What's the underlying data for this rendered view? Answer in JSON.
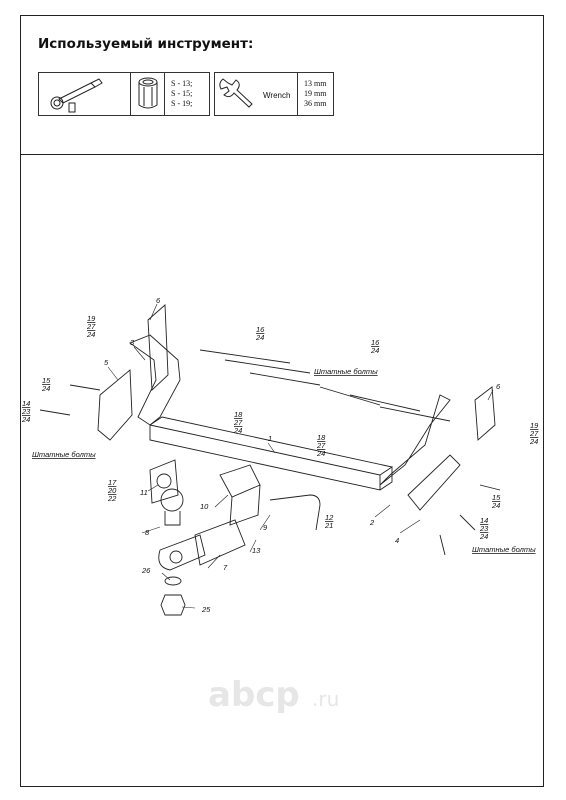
{
  "header": {
    "title": "Используемый инструмент:"
  },
  "tools": {
    "socket_sizes": [
      "S - 13;",
      "S - 15;",
      "S - 19;"
    ],
    "wrench_label": "Wrench",
    "wrench_sizes": [
      "13 mm",
      "19 mm",
      "36 mm"
    ]
  },
  "drawing": {
    "callouts": {
      "c1": "1",
      "c2": "2",
      "c3": "3",
      "c4": "4",
      "c5": "5",
      "c6a": "6",
      "c6b": "6",
      "c7": "7",
      "c8": "8",
      "c9": "9",
      "c10": "10",
      "c11": "11",
      "c13": "13",
      "c25": "25",
      "c26": "26",
      "g19a": [
        "19",
        "27",
        "24"
      ],
      "g16a": [
        "16",
        "24"
      ],
      "g16b": [
        "16",
        "24"
      ],
      "g15a": [
        "15",
        "24"
      ],
      "g14a": [
        "14",
        "23",
        "24"
      ],
      "g18a": [
        "18",
        "27",
        "24"
      ],
      "g18b": [
        "18",
        "27",
        "24"
      ],
      "g19b": [
        "19",
        "27",
        "24"
      ],
      "g15b": [
        "15",
        "24"
      ],
      "g14b": [
        "14",
        "23",
        "24"
      ],
      "g17": [
        "17",
        "20",
        "22"
      ],
      "g12": [
        "12",
        "21"
      ]
    },
    "notes": {
      "shtatnye1": "Штатные болты",
      "shtatnye2": "Штатные болты",
      "shtatnye3": "Штатные болты"
    }
  },
  "watermark": {
    "text": "аbcp",
    "suffix": ".ru"
  }
}
